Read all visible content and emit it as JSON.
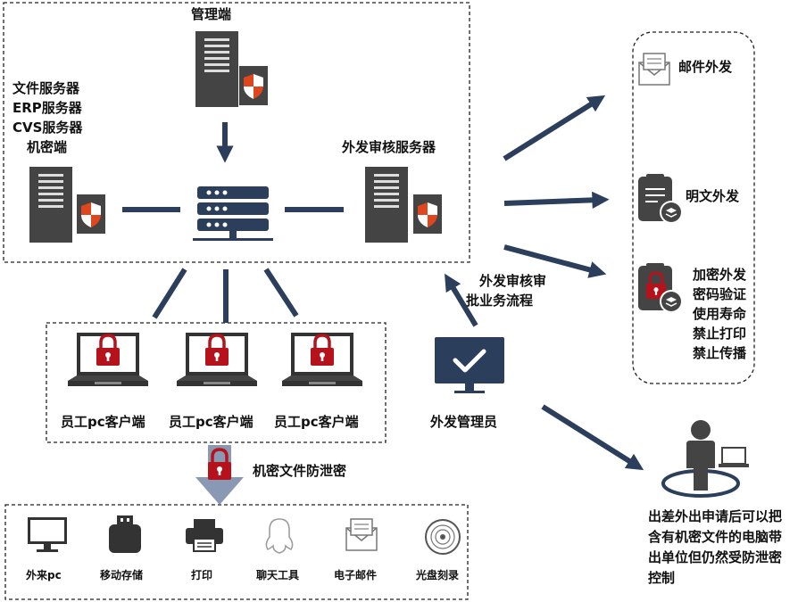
{
  "nodes": {
    "management": "管理端",
    "file_servers": [
      "文件服务器",
      "ERP服务器",
      "CVS服务器",
      "机密端"
    ],
    "audit_server": "外发审核服务器",
    "clients": [
      "员工pc客户端",
      "员工pc客户端",
      "员工pc客户端"
    ],
    "admin": "外发管理员",
    "approval_flow": [
      "外发审核审",
      "批业务流程"
    ],
    "leak_prevention": "机密文件防泄密"
  },
  "outbound": {
    "email": "邮件外发",
    "plaintext": "明文外发",
    "encrypted": [
      "加密外发",
      "密码验证",
      "使用寿命",
      "禁止打印",
      "禁止传播"
    ]
  },
  "blocked_channels": [
    "外来pc",
    "移动存储",
    "打印",
    "聊天工具",
    "电子邮件",
    "光盘刻录"
  ],
  "travel_note": [
    "出差外出申请后可以把",
    "含有机密文件的电脑带",
    "出单位但仍然受防泄密",
    "控制"
  ],
  "colors": {
    "navy": "#2b3e5c",
    "server_gray": "#444444",
    "shield_orange": "#e0461e",
    "lock_red": "#b5121b",
    "arrow_gray": "#8a99b3"
  }
}
